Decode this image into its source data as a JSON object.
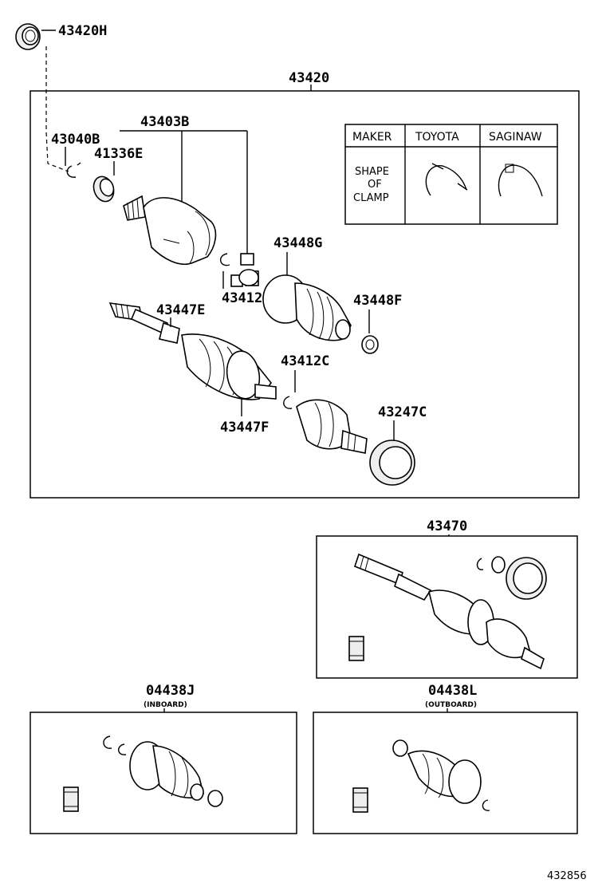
{
  "parts": {
    "p43420H": "43420H",
    "p43420": "43420",
    "p43403B": "43403B",
    "p43040B": "43040B",
    "p41336E": "41336E",
    "p43448G": "43448G",
    "p43412B": "43412B",
    "p43448F": "43448F",
    "p43447E": "43447E",
    "p43412C": "43412C",
    "p43447F": "43447F",
    "p43247C": "43247C",
    "p43470": "43470",
    "p04438J": "04438J",
    "p04438J_note": "(INBOARD)",
    "p04438L": "04438L",
    "p04438L_note": "(OUTBOARD)"
  },
  "clamp_table": {
    "maker_header": "MAKER",
    "toyota_header": "TOYOTA",
    "saginaw_header": "SAGINAW",
    "row_label_line1": "SHAPE",
    "row_label_line2": "OF",
    "row_label_line3": "CLAMP"
  },
  "diagram_id": "432856"
}
